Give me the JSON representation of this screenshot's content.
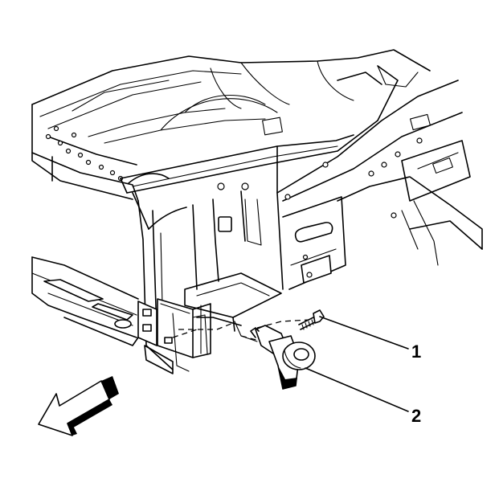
{
  "callouts": [
    {
      "label": "1",
      "part": "bolt"
    },
    {
      "label": "2",
      "part": "horn"
    }
  ],
  "direction_arrow": {
    "icon": "front-direction-arrow-icon"
  },
  "colors": {
    "line": "#000000",
    "background": "#ffffff"
  }
}
